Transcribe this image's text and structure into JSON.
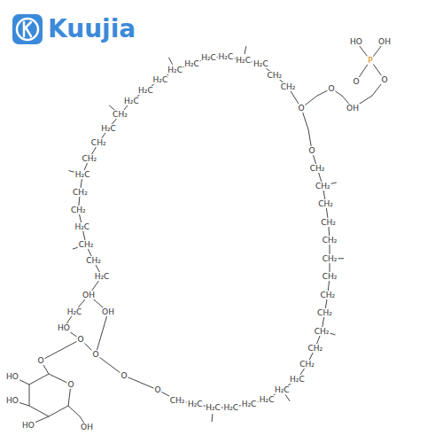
{
  "diagram": {
    "labels": [
      "Kuujia",
      "HO",
      "OH",
      "P",
      "O",
      "O",
      "OH",
      "O",
      "O",
      "O",
      "H₂C",
      "CH₂",
      "CH₂",
      "H₂C",
      "CH₂",
      "CH₂",
      "H₂C",
      "CH₂",
      "CH₂",
      "H₂C",
      "CH₂",
      "H₂C",
      "H₂C",
      "H₂C",
      "H₂C",
      "H₂C",
      "H₂C",
      "H₂C",
      "H₂C",
      "H₂C",
      "CH₂",
      "CH₂",
      "CH₂",
      "H₂C",
      "H₂C",
      "H₂C",
      "H₂C",
      "H₂C",
      "H₂C",
      "H₂C",
      "CH₂",
      "CH₂",
      "CH₂",
      "CH₂",
      "CH₂",
      "CH₂",
      "CH₂",
      "CH₂",
      "CH₂",
      "CH₂",
      "CH₂",
      "CH₂",
      "OH",
      "H₂C",
      "OH",
      "HO",
      "O",
      "O",
      "O",
      "O",
      "O",
      "HO",
      "HO",
      "HO",
      "O",
      "OH"
    ]
  }
}
